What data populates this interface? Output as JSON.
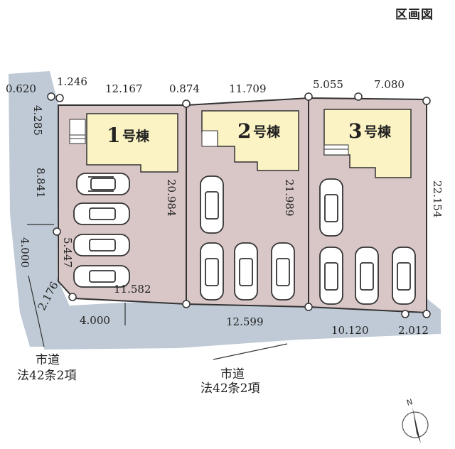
{
  "title": "区画図",
  "lots": [
    {
      "number": "1",
      "suffix": "号棟"
    },
    {
      "number": "2",
      "suffix": "号棟"
    },
    {
      "number": "3",
      "suffix": "号棟"
    }
  ],
  "dimensions": {
    "d0620": "0.620",
    "d1246": "1.246",
    "d12167": "12.167",
    "d0874": "0.874",
    "d11709": "11.709",
    "d5055": "5.055",
    "d7080": "7.080",
    "d4285": "4.285",
    "d8841": "8.841",
    "d4000a": "4.000",
    "d5447": "5.447",
    "d2176": "2.176",
    "d4000b": "4.000",
    "d11582": "11.582",
    "d20984": "20.984",
    "d21989": "21.989",
    "d22154": "22.154",
    "d12599": "12.599",
    "d10120": "10.120",
    "d2012": "2.012"
  },
  "roads": {
    "left_line1": "市道",
    "left_line2": "法42条2項",
    "bottom_line1": "市道",
    "bottom_line2": "法42条2項"
  },
  "compass": "N",
  "colors": {
    "lot_fill": "#d9c6c6",
    "building_fill": "#fbf3c4",
    "road_fill": "#bfcad6",
    "line": "#333333"
  }
}
